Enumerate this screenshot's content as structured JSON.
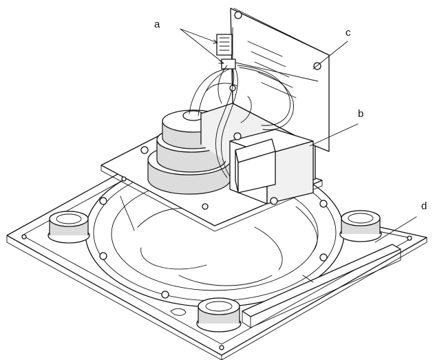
{
  "callouts": {
    "a": "a",
    "b": "b",
    "c": "c",
    "d": "d"
  },
  "colors": {
    "line": "#111111",
    "background": "#ffffff"
  }
}
